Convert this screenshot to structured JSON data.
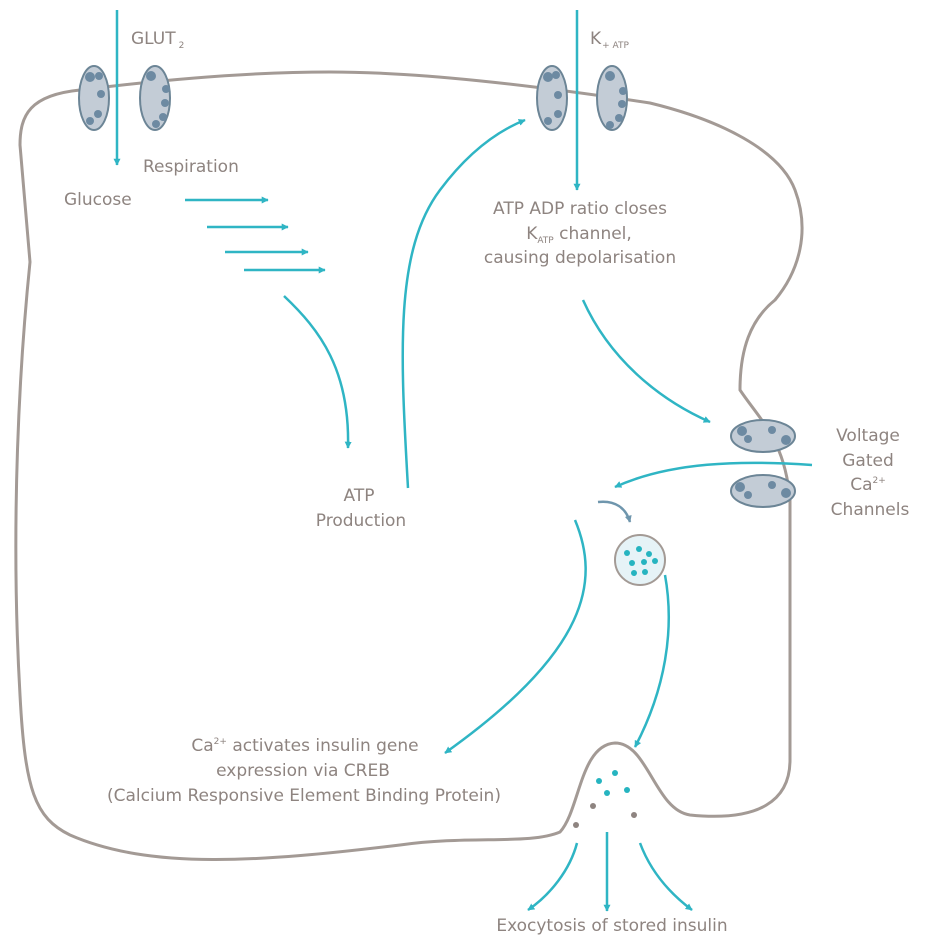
{
  "colors": {
    "membrane": "#a39a95",
    "arrow": "#2fb5c4",
    "arrow_secondary": "#6f96ad",
    "channel_fill": "#c3ccd6",
    "channel_stroke": "#6c8596",
    "channel_dot": "#6d8aa2",
    "text": "#8e8480",
    "vesicle_fill": "#e6f3f7",
    "insulin_dot": "#26b4c0",
    "released_dot": "#8e8480"
  },
  "icons": {
    "membrane": "cell-membrane-outline",
    "channel": "membrane-channel-icon",
    "vesicle": "insulin-vesicle-icon"
  },
  "labels": {
    "glut_main": "GLUT",
    "glut_sub": "2",
    "katp_main": "K",
    "katp_sub": "+ ATP",
    "respiration": "Respiration",
    "glucose": "Glucose",
    "atp_ratio_line1": "ATP ADP ratio closes",
    "atp_ratio_line2_main": "K",
    "atp_ratio_line2_sub": "ATP",
    "atp_ratio_line2_rest": " channel,",
    "atp_ratio_line3": "causing depolarisation",
    "atp_prod_line1": "ATP",
    "atp_prod_line2": "Production",
    "vg_line1": "Voltage",
    "vg_line2": "Gated",
    "vg_line3_main": "Ca",
    "vg_line3_sup": "2+",
    "vg_line4": "Channels",
    "ca_line1_main": "Ca",
    "ca_line1_sup": "2+",
    "ca_line1_rest": " activates insulin gene",
    "ca_line2": "expression via CREB",
    "ca_line3": "(Calcium Responsive Element Binding Protein)",
    "exocytosis": "Exocytosis of stored insulin"
  }
}
